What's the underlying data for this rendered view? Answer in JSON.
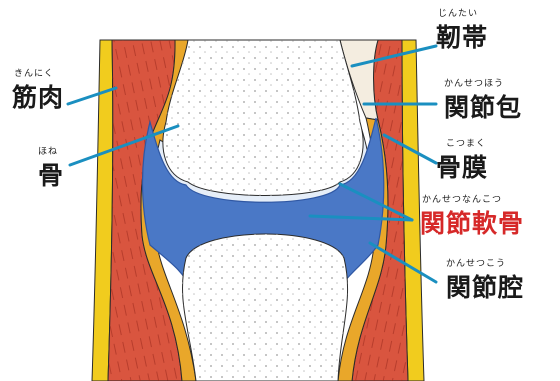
{
  "labels": {
    "muscle": {
      "reading": "きんにく",
      "text": "筋肉"
    },
    "bone": {
      "reading": "ほね",
      "text": "骨"
    },
    "ligament": {
      "reading": "じんたい",
      "text": "靭帯"
    },
    "capsule": {
      "reading": "かんせつほう",
      "text": "関節包"
    },
    "periosteum": {
      "reading": "こつまく",
      "text": "骨膜"
    },
    "cartilage": {
      "reading": "かんせつなんこつ",
      "text": "関節軟骨"
    },
    "cavity": {
      "reading": "かんせつこう",
      "text": "関節腔"
    }
  },
  "colors": {
    "muscle": "#d9553f",
    "muscle_streak": "#9a2a1c",
    "fat": "#f1cc1e",
    "capsule": "#e9a72a",
    "cartilage": "#4a78c6",
    "cartilage_edge": "#2f57a3",
    "cavity": "#e6eef8",
    "bone": "#ffffff",
    "bone_dot": "#b4b4b4",
    "leader": "#1a8fc0",
    "accent_label": "#d62828"
  }
}
